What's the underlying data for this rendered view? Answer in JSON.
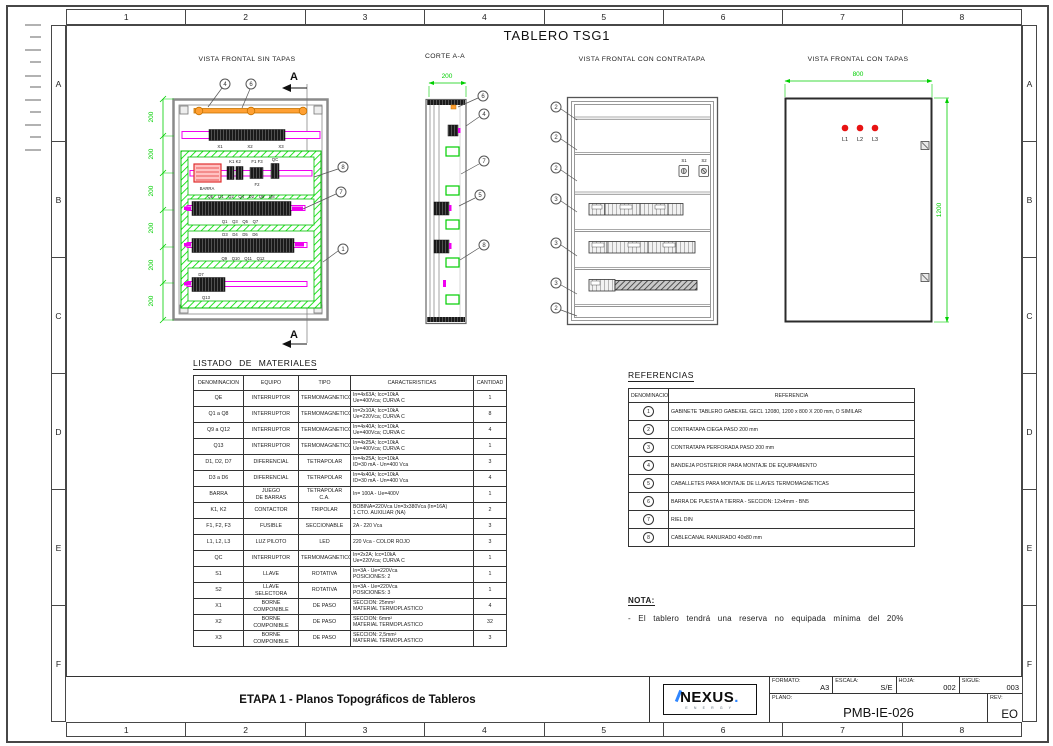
{
  "drawing": {
    "title": "TABLERO TSG1"
  },
  "frame": {
    "columns": [
      "1",
      "2",
      "3",
      "4",
      "5",
      "6",
      "7",
      "8"
    ],
    "rows": [
      "A",
      "B",
      "C",
      "D",
      "E",
      "F"
    ]
  },
  "views": {
    "sin_tapas": {
      "title": "VISTA FRONTAL SIN TAPAS",
      "section_letter": "A",
      "dim_200": "200",
      "terminal_labels": [
        "X1",
        "X2",
        "X3"
      ],
      "barra_label": "BARRA",
      "k_labels": "K1 K2",
      "f_labels": "F1 F3",
      "f2_label": "F2",
      "qc_label": "QC",
      "rail3_top": "QE D1 Q2 Q4 D2 Q6 Q8",
      "rail3_bottom": "Q1 Q3 Q5 Q7",
      "rail4_top": "D3 D4 D5 D6",
      "rail4_bottom": "Q9 Q10 Q11 Q12",
      "rail5_top": "D7",
      "rail5_bottom": "Q13",
      "callouts": {
        "c4": "4",
        "c6": "6",
        "c8": "8",
        "c7": "7",
        "c1": "1"
      }
    },
    "corte": {
      "title": "CORTE A-A",
      "dim": "200",
      "callouts": [
        "6",
        "4",
        "7",
        "5",
        "8"
      ]
    },
    "contratapa": {
      "title": "VISTA FRONTAL CON CONTRATAPA",
      "s1": "S1",
      "s2": "S2",
      "callouts": [
        "2",
        "2",
        "2",
        "3",
        "3",
        "3",
        "2"
      ]
    },
    "tapas": {
      "title": "VISTA FRONTAL CON TAPAS",
      "dim_w": "800",
      "dim_h": "1200",
      "lights": [
        "L1",
        "L2",
        "L3"
      ]
    }
  },
  "materials": {
    "title": "LISTADO DE MATERIALES",
    "headers": [
      "DENOMINACION",
      "EQUIPO",
      "TIPO",
      "CARACTERISTICAS",
      "CANTIDAD"
    ],
    "rows": [
      [
        "QE",
        "INTERRUPTOR",
        "TERMOMAGNETICO",
        "In=4x63A; Icc=10kA\nUe=400Vca; CURVA C",
        "1"
      ],
      [
        "Q1 a Q8",
        "INTERRUPTOR",
        "TERMOMAGNETICO",
        "In=2x10A; Icc=10kA\nUe=220Vca; CURVA C",
        "8"
      ],
      [
        "Q9 a Q12",
        "INTERRUPTOR",
        "TERMOMAGNETICO",
        "In=4x40A; Icc=10kA\nUe=400Vca; CURVA C",
        "4"
      ],
      [
        "Q13",
        "INTERRUPTOR",
        "TERMOMAGNETICO",
        "In=4x25A; Icc=10kA\nUe=400Vca; CURVA C",
        "1"
      ],
      [
        "D1, D2, D7",
        "DIFERENCIAL",
        "TETRAPOLAR",
        "In=4x25A; Icc=10kA\nID=30 mA - Un=400 Vca",
        "3"
      ],
      [
        "D3 a D6",
        "DIFERENCIAL",
        "TETRAPOLAR",
        "In=4x40A; Icc=10kA\nID=30 mA - Un=400 Vca",
        "4"
      ],
      [
        "BARRA",
        "JUEGO\nDE BARRAS",
        "TETRAPOLAR\nC.A.",
        "In= 100A - Ue=400V",
        "1"
      ],
      [
        "K1, K2",
        "CONTACTOR",
        "TRIPOLAR",
        "BOBINA=220Vca Un=3x380Vca (In=16A)\n1 CTO. AUXILIAR (NA)",
        "2"
      ],
      [
        "F1, F2, F3",
        "FUSIBLE",
        "SECCIONABLE",
        "2A - 220 Vca",
        "3"
      ],
      [
        "L1, L2, L3",
        "LUZ PILOTO",
        "LED",
        "220 Vca - COLOR ROJO",
        "3"
      ],
      [
        "QC",
        "INTERRUPTOR",
        "TERMOMAGNETICO",
        "In=2x2A; Icc=10kA\nUe=220Vca; CURVA C",
        "1"
      ],
      [
        "S1",
        "LLAVE",
        "ROTATIVA",
        "In=3A - Ue=220Vca\nPOSICIONES: 2",
        "1"
      ],
      [
        "S2",
        "LLAVE\nSELECTORA",
        "ROTATIVA",
        "In=3A - Ue=220Vca\nPOSICIONES: 3",
        "1"
      ],
      [
        "X1",
        "BORNE\nCOMPONIBLE",
        "DE PASO",
        "SECCION: 25mm²\nMATERIAL TERMOPLASTICO",
        "4"
      ],
      [
        "X2",
        "BORNE\nCOMPONIBLE",
        "DE PASO",
        "SECCION: 6mm²\nMATERIAL TERMOPLASTICO",
        "32"
      ],
      [
        "X3",
        "BORNE\nCOMPONIBLE",
        "DE PASO",
        "SECCION: 2,5mm²\nMATERIAL TERMOPLASTICO",
        "3"
      ]
    ]
  },
  "references": {
    "title": "REFERENCIAS",
    "headers": [
      "DENOMINACION",
      "REFERENCIA"
    ],
    "rows": [
      [
        "1",
        "GABINETE TABLERO GABEXEL GECL 12080, 1200 x 800 X 200 mm, O SIMILAR"
      ],
      [
        "2",
        "CONTRATAPA CIEGA PASO 200 mm"
      ],
      [
        "3",
        "CONTRATAPA PERFORADA PASO 200 mm"
      ],
      [
        "4",
        "BANDEJA POSTERIOR PARA MONTAJE DE EQUIPAMIENTO"
      ],
      [
        "5",
        "CABALLETES PARA MONTAJE DE LLAVES TERMOMAGNETICAS"
      ],
      [
        "6",
        "BARRA DE PUESTA A TIERRA - SECCION: 12x4mm - BN5"
      ],
      [
        "7",
        "RIEL DIN"
      ],
      [
        "8",
        "CABLECANAL RANURADO 40x80 mm"
      ]
    ]
  },
  "nota": {
    "title": "NOTA:",
    "line": "- El tablero tendrá una reserva no equipada mínima del 20%"
  },
  "titleblock": {
    "etapa": "ETAPA 1 - Planos Topográficos de Tableros",
    "logo_text": "NEXUS",
    "logo_dot": ".",
    "logo_sub": "E N E R G Y",
    "formato_label": "FORMATO:",
    "formato": "A3",
    "escala_label": "ESCALA:",
    "escala": "S/E",
    "hoja_label": "HOJA:",
    "hoja": "002",
    "sigue_label": "SIGUE:",
    "sigue": "003",
    "plano_label": "PLANO:",
    "plano": "PMB-IE-026",
    "rev_label": "REV:",
    "rev": "EO"
  }
}
